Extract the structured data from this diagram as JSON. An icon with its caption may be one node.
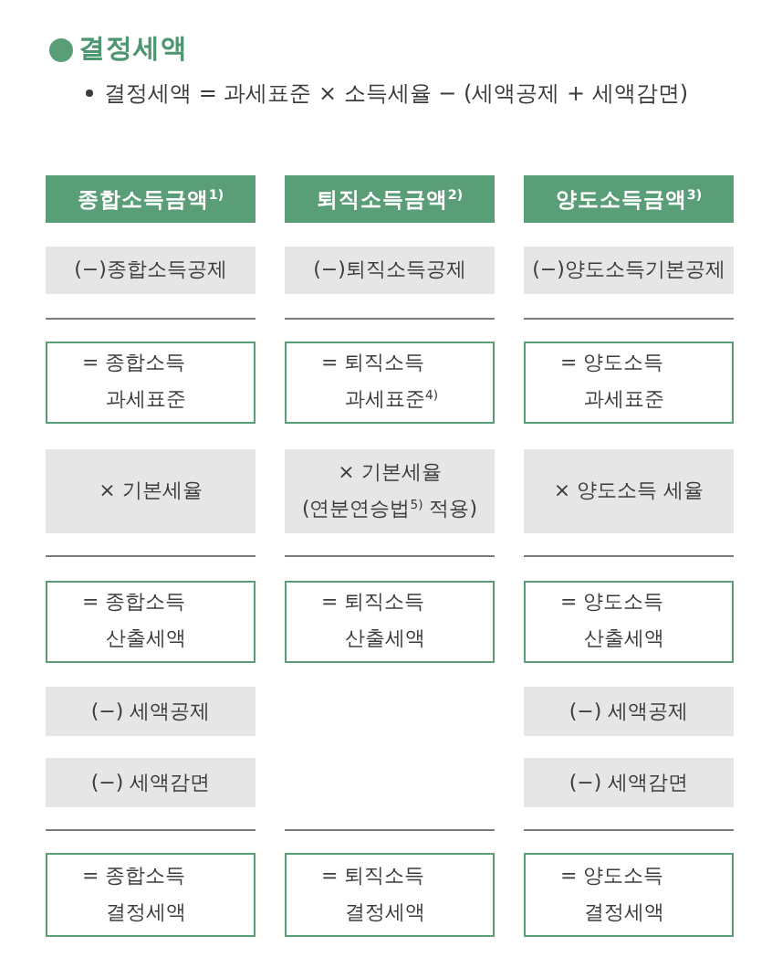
{
  "diagram": {
    "title": "결정세액",
    "nodes": [
      {
        "text": [
          "종합소득금액$^{1)}$"
        ]
      },
      {
        "text": [
          "퇴직소득금액$^{2)}$"
        ]
      },
      {
        "text": [
          "양도소득금액$^{3)}$"
        ]
      },
      {
        "text": [
          "(−)종합소득공제"
        ]
      },
      {
        "text": [
          "(−)퇴직소득공제"
        ]
      },
      {
        "text": [
          "(−)양도소득기본공제"
        ]
      },
      {
        "text": [
          "= 종합소득 과세표준"
        ]
      },
      {
        "text": [
          "= 퇴직소득 과세표준$^{4)}$"
        ]
      },
      {
        "text": [
          "= 양도소득 과세표준"
        ]
      },
      {
        "text": [
          "× 기본세율"
        ]
      },
      {
        "text": [
          "× 기본세율 (연분연승법$^{5)}$ 적용)"
        ]
      },
      {
        "text": [
          "× 양도소득 세율"
        ]
      },
      {
        "text": [
          "= 종합소득 산출세액"
        ]
      },
      {
        "text": [
          "= 퇴직소득 산출세액"
        ]
      },
      {
        "text": [
          "= 양도소득 산출세액"
        ]
      },
      {
        "text": [
          "(−) 세액공제"
        ]
      },
      {
        "text": [
          "(−) 세액공제"
        ]
      },
      {
        "text": [
          "(−) 세액감면"
        ]
      },
      {
        "text": [
          "(−) 세액감면"
        ]
      },
      {
        "text": [
          "= 종합소득 결정세액"
        ]
      },
      {
        "text": [
          "= 퇴직소득 결정세액"
        ]
      },
      {
        "text": [
          "= 양도소득 결정세액"
        ]
      }
    ],
    "labels": [
      "결정세액 = 과세표준 × 소득세율 − (세액공제 + 세액감면)"
    ]
  }
}
